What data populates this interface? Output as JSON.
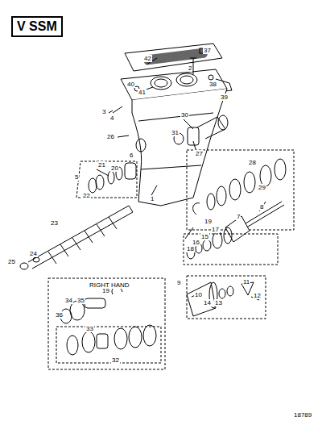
{
  "diagram": {
    "title": "V SSM",
    "labels": [
      "37",
      "2",
      "42",
      "38",
      "39",
      "40",
      "41",
      "3",
      "4",
      "30",
      "26",
      "31",
      "27",
      "1",
      "6",
      "21",
      "20",
      "5",
      "22",
      "28",
      "29",
      "19",
      "8",
      "7",
      "17",
      "15",
      "16",
      "18",
      "23",
      "24",
      "25",
      "RIGHT HAND",
      "19",
      "34",
      "35",
      "36",
      "33",
      "32",
      "11",
      "12",
      "10",
      "9",
      "14",
      "13",
      "18789"
    ]
  }
}
